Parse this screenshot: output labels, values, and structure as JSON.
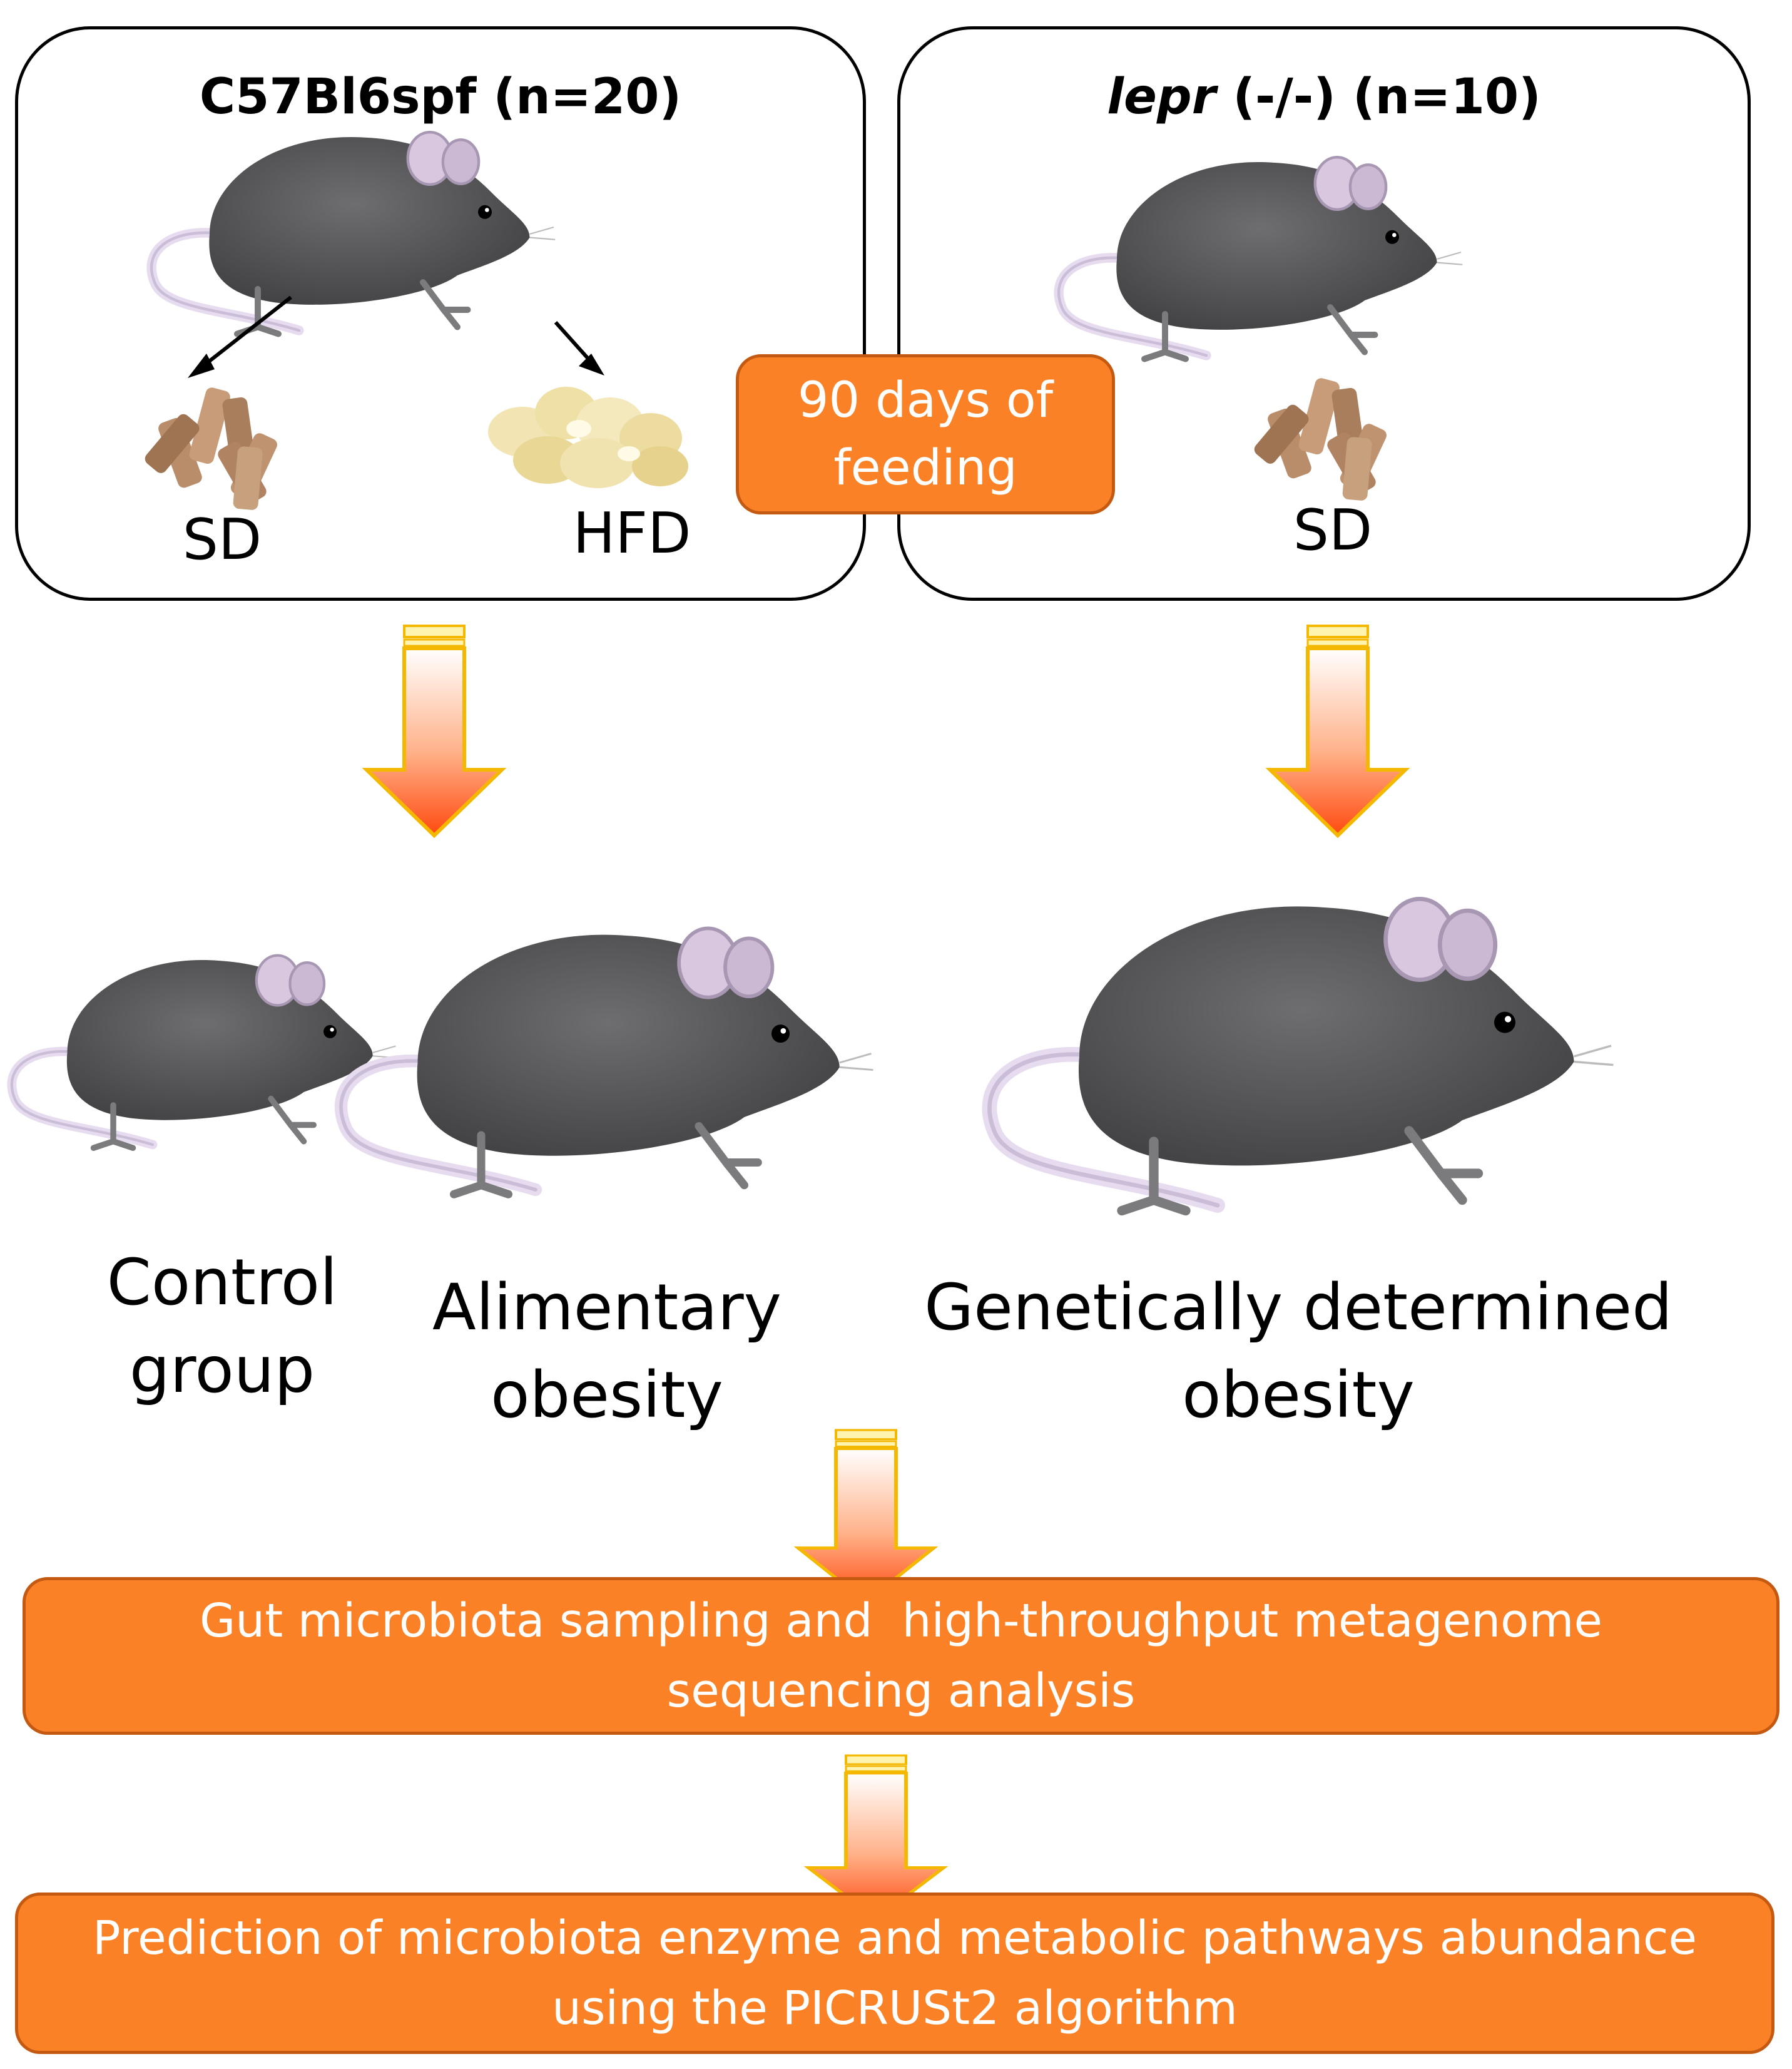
{
  "panels": {
    "left": {
      "title_strain": "C57Bl6spf",
      "title_n": " (n=20)",
      "diet_a": "SD",
      "diet_b": "HFD"
    },
    "right": {
      "title_gene": "lepr",
      "title_rest": " (-/-) (n=10)",
      "diet": "SD"
    }
  },
  "feeding": {
    "line1": "90 days of",
    "line2": "feeding"
  },
  "groups": {
    "control": {
      "line1": "Control",
      "line2": "group"
    },
    "alimentary": {
      "line1": "Alimentary",
      "line2": "obesity"
    },
    "genetic": {
      "line1": "Genetically determined",
      "line2": "obesity"
    }
  },
  "steps": {
    "sampling": {
      "line1": "Gut microbiota sampling and  high-throughput metagenome",
      "line2": "sequencing analysis"
    },
    "prediction": {
      "line1": "Prediction of microbiota enzyme and metabolic pathways abundance",
      "line2": "using the PICRUSt2 algorithm"
    }
  },
  "colors": {
    "box_fill": "#fb8127",
    "box_border": "#c45a12",
    "mouse": "#555556",
    "arrow_top": "#ffffff",
    "arrow_bottom": "#ff5a14"
  }
}
